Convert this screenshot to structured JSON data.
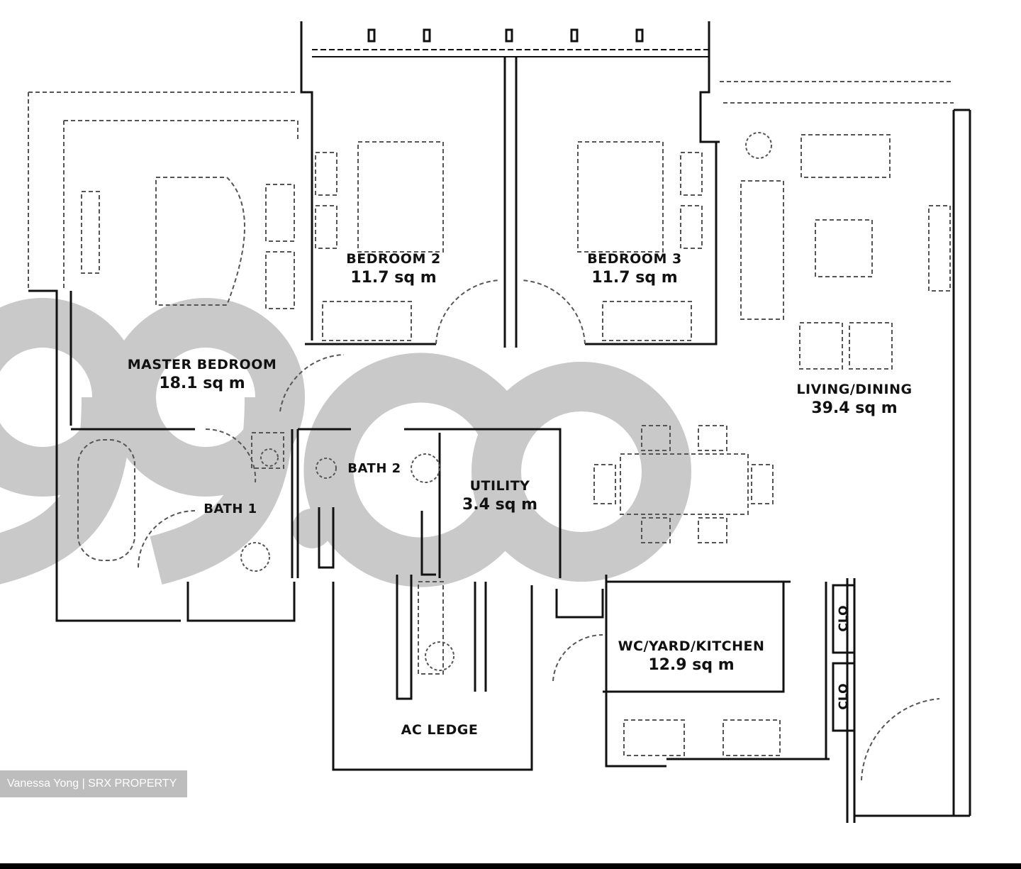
{
  "watermark": {
    "text": "99.co",
    "color": "#c8c8c8"
  },
  "rooms": [
    {
      "id": "master-bedroom",
      "name": "MASTER BEDROOM",
      "area": "18.1 sq m"
    },
    {
      "id": "bedroom-2",
      "name": "BEDROOM 2",
      "area": "11.7 sq m"
    },
    {
      "id": "bedroom-3",
      "name": "BEDROOM 3",
      "area": "11.7 sq m"
    },
    {
      "id": "living-dining",
      "name": "LIVING/DINING",
      "area": "39.4 sq m"
    },
    {
      "id": "bath-1",
      "name": "BATH 1",
      "area": ""
    },
    {
      "id": "bath-2",
      "name": "BATH 2",
      "area": ""
    },
    {
      "id": "utility",
      "name": "UTILITY",
      "area": "3.4 sq m"
    },
    {
      "id": "wc-yard-kitchen",
      "name": "WC/YARD/KITCHEN",
      "area": "12.9 sq m"
    },
    {
      "id": "ac-ledge",
      "name": "AC LEDGE",
      "area": ""
    }
  ],
  "closets": [
    {
      "label": "CLO"
    },
    {
      "label": "CLO"
    }
  ],
  "credit": {
    "text": "Vanessa Yong | SRX PROPERTY",
    "bg": "#bdbdbd"
  }
}
